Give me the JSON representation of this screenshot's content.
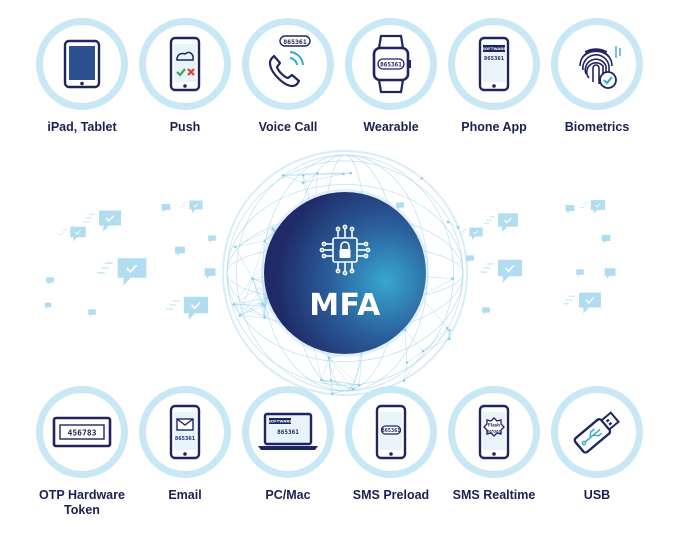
{
  "center": {
    "title": "MFA"
  },
  "methods_top": [
    {
      "label": "iPad, Tablet",
      "icon": "tablet-icon"
    },
    {
      "label": "Push",
      "icon": "push-notification-icon"
    },
    {
      "label": "Voice Call",
      "icon": "phone-call-icon"
    },
    {
      "label": "Wearable",
      "icon": "smartwatch-icon"
    },
    {
      "label": "Phone App",
      "icon": "phone-app-icon"
    },
    {
      "label": "Biometrics",
      "icon": "fingerprint-icon"
    }
  ],
  "methods_bottom": [
    {
      "label": "OTP Hardware Token",
      "icon": "hardware-token-icon"
    },
    {
      "label": "Email",
      "icon": "email-icon"
    },
    {
      "label": "PC/Mac",
      "icon": "laptop-icon"
    },
    {
      "label": "SMS Preload",
      "icon": "sms-preload-icon"
    },
    {
      "label": "SMS Realtime",
      "icon": "sms-realtime-icon"
    },
    {
      "label": "USB",
      "icon": "usb-icon"
    }
  ],
  "icon_texts": {
    "voice_code": "865361",
    "wearable_code": "865361",
    "phone_app_brand": "SOFTWARE",
    "phone_app_code": "865361",
    "otp_code": "456783",
    "email_code": "865361",
    "pc_brand": "SOFTWARE",
    "pc_code": "865361",
    "sms_preload_code": "865361",
    "sms_realtime_label": "Flash",
    "sms_realtime_code": "865361"
  },
  "colors": {
    "navy": "#1e2560",
    "accent": "#38a7cf",
    "ring": "#c9e8f5",
    "check_green": "#3aa85c",
    "cross_red": "#d6423a"
  }
}
